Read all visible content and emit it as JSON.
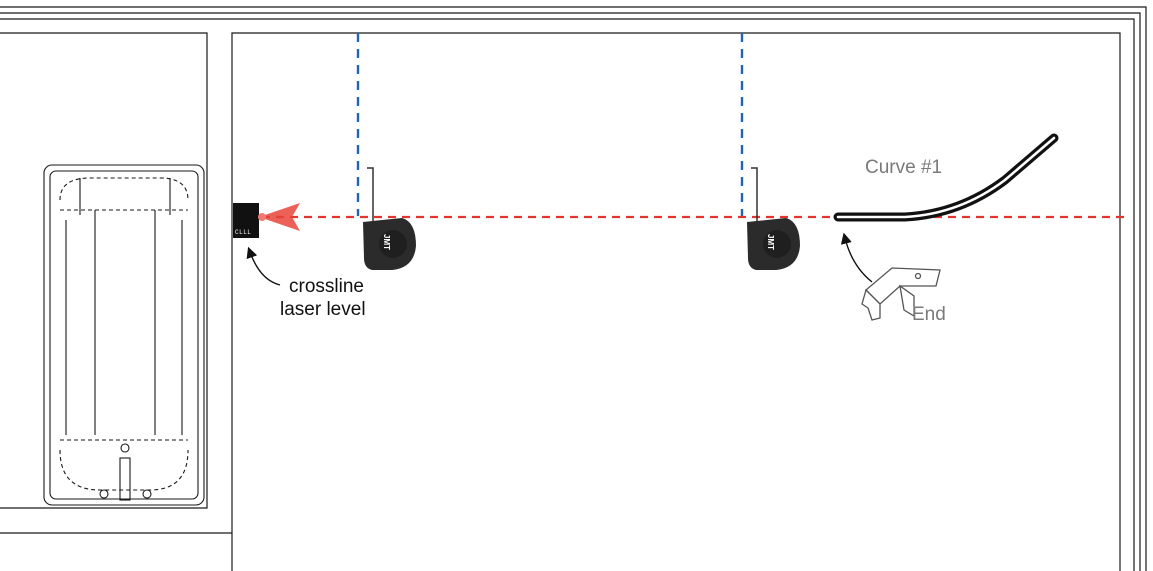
{
  "labels": {
    "laser_line1": "crossline",
    "laser_line2": "laser level",
    "curve": "Curve #1",
    "end": "End"
  },
  "device_marks": {
    "laser": "CLLL",
    "tape_measure": "JMT"
  },
  "colors": {
    "laser_line": "#e0362f",
    "reference_line": "#1f66b3",
    "outline": "#1a1a1a",
    "track": "#111111",
    "label_grey": "#7a7a7a"
  },
  "icons": [
    "crossline-laser-level",
    "tape-measure",
    "curved-track",
    "end-bracket",
    "arrow",
    "bathtub"
  ]
}
